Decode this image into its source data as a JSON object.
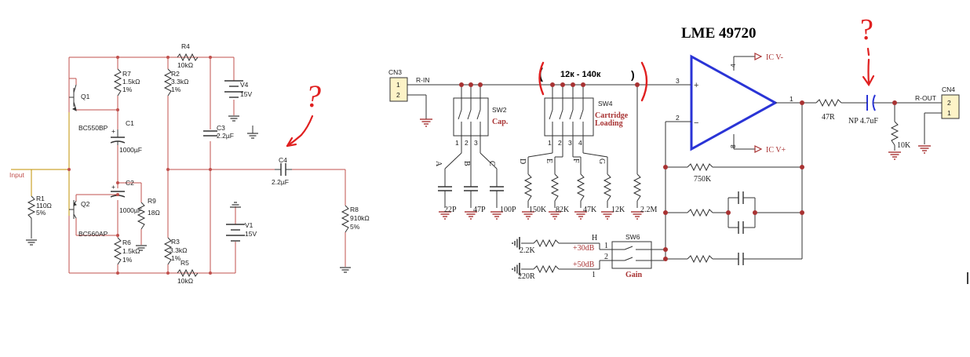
{
  "left_circuit": {
    "q1": {
      "ref": "Q1",
      "part": "BC550BP"
    },
    "q2": {
      "ref": "Q2",
      "part": "BC560AP"
    },
    "r1": {
      "ref": "R1",
      "value": "110Ω",
      "tol": "5%"
    },
    "r2": {
      "ref": "R2",
      "value": "3.3kΩ",
      "tol": "1%"
    },
    "r3": {
      "ref": "R3",
      "value": "3.3kΩ",
      "tol": "1%"
    },
    "r4": {
      "ref": "R4",
      "value": "10kΩ"
    },
    "r5": {
      "ref": "R5",
      "value": "10kΩ"
    },
    "r6": {
      "ref": "R6",
      "value": "1.5kΩ",
      "tol": "1%"
    },
    "r7": {
      "ref": "R7",
      "value": "1.5kΩ",
      "tol": "1%"
    },
    "r8": {
      "ref": "R8",
      "value": "910kΩ",
      "tol": "5%"
    },
    "r9": {
      "ref": "R9",
      "value": "18Ω"
    },
    "c1": {
      "ref": "C1",
      "value": "1000µF"
    },
    "c2": {
      "ref": "C2",
      "value": "1000µF"
    },
    "c3": {
      "ref": "C3",
      "value": "2.2µF"
    },
    "c4": {
      "ref": "C4",
      "value": "2.2µF"
    },
    "v1": {
      "ref": "V1",
      "value": "15V"
    },
    "v4": {
      "ref": "V4",
      "value": "15V"
    },
    "input_label": "Input",
    "question_mark": "?"
  },
  "right_circuit": {
    "title": "LME 49720",
    "range_note": "12к - 140к",
    "paren_open": "(",
    "paren_close": ")",
    "question_mark": "?",
    "cn3": {
      "ref": "CN3",
      "pins": [
        "1",
        "2"
      ],
      "net": "R-IN"
    },
    "cn4": {
      "ref": "CN4",
      "pins": [
        "2",
        "1"
      ],
      "net": "R-OUT"
    },
    "sw2": {
      "ref": "SW2",
      "name": "Cap.",
      "pins": [
        "1",
        "2",
        "3"
      ],
      "taps": [
        "A",
        "B",
        "C"
      ]
    },
    "sw4": {
      "ref": "SW4",
      "name1": "Cartridge",
      "name2": "Loading",
      "pins": [
        "1",
        "2",
        "3",
        "4"
      ],
      "taps": [
        "D",
        "E",
        "F",
        "G"
      ]
    },
    "caps": [
      "22P",
      "47P",
      "100P"
    ],
    "loads": [
      "150K",
      "82K",
      "47K",
      "12K"
    ],
    "r_bias": "2.2M",
    "opamp_pins": {
      "noninv": "3",
      "inv": "2",
      "out": "1",
      "vneg": "4",
      "vpos": "8",
      "plus": "+",
      "minus": "−"
    },
    "supply_neg": "IC V-",
    "supply_pos": "IC V+",
    "r_out": "47R",
    "c_out": "NP 4.7uF",
    "r_shunt": "10K",
    "r_fb": "750K",
    "sw6": {
      "ref": "SW6",
      "name": "Gain",
      "pin1": "1",
      "pin2": "2",
      "h": "H",
      "l": "1"
    },
    "gain_30": "+30dB",
    "gain_50": "+50dB",
    "r_g30": "2.2K",
    "r_g50": "220R"
  }
}
